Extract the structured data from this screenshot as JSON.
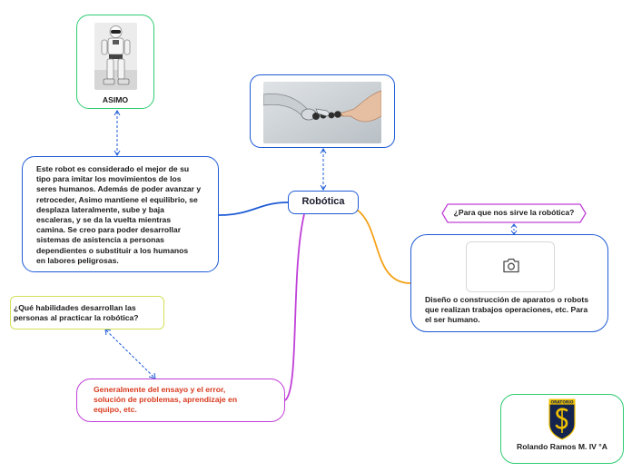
{
  "root": {
    "label": "Robótica"
  },
  "asimo": {
    "label": "ASIMO"
  },
  "asimo_description": {
    "lines": [
      "Este robot es considerado el mejor de su",
      "tipo para imitar los movimientos de los",
      "seres humanos. Además de poder avanzar y",
      "retroceder, Asimo mantiene el equilibrio, se",
      "desplaza lateralmente, sube y baja",
      "escaleras, y se da la vuelta mientras",
      "camina. Se creo para poder desarrollar",
      "sistemas de asistencia a personas",
      "dependientes o substituir a los humanos",
      "en labores peligrosas."
    ]
  },
  "purpose": {
    "question": "¿Para que nos sirve la robótica?",
    "answer_lines": [
      "Diseño o construcción de aparatos o robots",
      "que realizan trabajos operaciones, etc. Para",
      "el ser humano."
    ]
  },
  "skills": {
    "question_lines": [
      "¿Qué habilidades desarrollan las",
      "personas al practicar la robótica?"
    ],
    "answer_lines": [
      "Generalmente del ensayo y el error,",
      "solución de problemas, aprendizaje en",
      "equipo, etc."
    ]
  },
  "author": {
    "name": "Rolando Ramos M. IV °A",
    "logo_text": "ORATORIO"
  },
  "icons": {
    "image_placeholder": "camera-icon"
  },
  "colors": {
    "blue_branch": "#1e5bd6",
    "orange_branch": "#f5a31a",
    "purple_branch": "#c040d8",
    "green_border": "#2ecc71",
    "yellow_border": "#d4e05a",
    "answer_text": "#d83a1e",
    "logo_navy": "#15244f",
    "logo_gold": "#f2c300"
  }
}
